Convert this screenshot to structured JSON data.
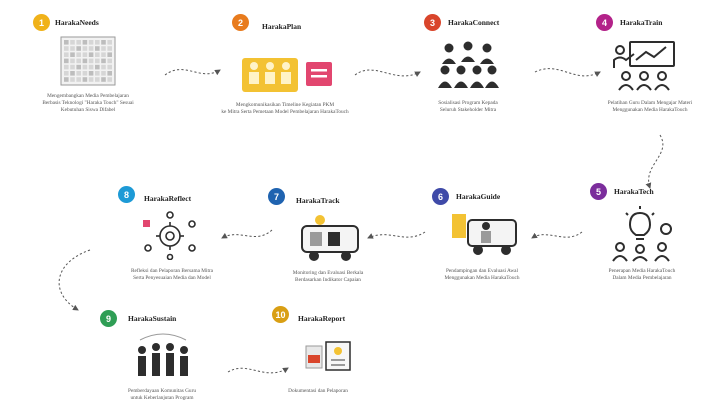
{
  "colors": {
    "yellow": "#f0b21a",
    "orange": "#e87b1d",
    "red": "#d9452b",
    "magenta": "#b32289",
    "purple": "#7b2d9c",
    "indigo": "#3f4aa8",
    "blue": "#1f63b0",
    "sky": "#1d9ad6",
    "green": "#2f9e55",
    "gold": "#d99f14",
    "pink": "#e2466f",
    "dark": "#2d2d2d",
    "gray": "#9a9a9a",
    "arrow": "#555555"
  },
  "steps": [
    {
      "num": "1",
      "title": "HarakaNeeds",
      "desc": [
        "Mengembangkan Media Pembelajaran",
        "Berbasis Teknologi \"Haraka Touch\" Sesuai",
        "Kebutuhan Siswa Difabel"
      ],
      "color": "yellow",
      "icon": "grid-board-icon"
    },
    {
      "num": "2",
      "title": "HarakaPlan",
      "desc": [
        "Mengkomunikasikan Timeline Kegiatan PKM",
        "ke Mitra Serta Pemetaan Model Pembelajaran HarakaTouch"
      ],
      "color": "orange",
      "icon": "team-planning-icon"
    },
    {
      "num": "3",
      "title": "HarakaConnect",
      "desc": [
        "Sosialisasi Program Kepada",
        "Seluruh Stakeholder Mitra"
      ],
      "color": "red",
      "icon": "audience-icon"
    },
    {
      "num": "4",
      "title": "HarakaTrain",
      "desc": [
        "Pelatihan Guru Dalam Mengajar Materi",
        "Menggunakan Media HarakaTouch"
      ],
      "color": "magenta",
      "icon": "training-icon"
    },
    {
      "num": "5",
      "title": "HarakaTech",
      "desc": [
        "Penerapan Media HarakaTouch",
        "Dalam Media Pembelajaran"
      ],
      "color": "purple",
      "icon": "tech-lightbulb-icon"
    },
    {
      "num": "6",
      "title": "HarakaGuide",
      "desc": [
        "Pendampingan dan Evaluasi Awal",
        "Menggunakan Media HarakaTouch"
      ],
      "color": "indigo",
      "icon": "guide-truck-icon"
    },
    {
      "num": "7",
      "title": "HarakaTrack",
      "desc": [
        "Monitoring dan Evaluasi Berkala",
        "Berdasarkan Indikator Capaian"
      ],
      "color": "blue",
      "icon": "track-truck-icon"
    },
    {
      "num": "8",
      "title": "HarakaReflect",
      "desc": [
        "Refleksi dan Pelaporan Bersama Mitra",
        "Serta Penyesuaian Media dan Model"
      ],
      "color": "sky",
      "icon": "reflect-gears-icon"
    },
    {
      "num": "9",
      "title": "HarakaSustain",
      "desc": [
        "Pemberdayaan Komunitas Guru",
        "untuk Keberlanjutan Program"
      ],
      "color": "green",
      "icon": "community-icon"
    },
    {
      "num": "10",
      "title": "HarakaReport",
      "desc": [
        "Dokumentasi dan Pelaporan"
      ],
      "color": "gold",
      "icon": "report-document-icon"
    }
  ]
}
